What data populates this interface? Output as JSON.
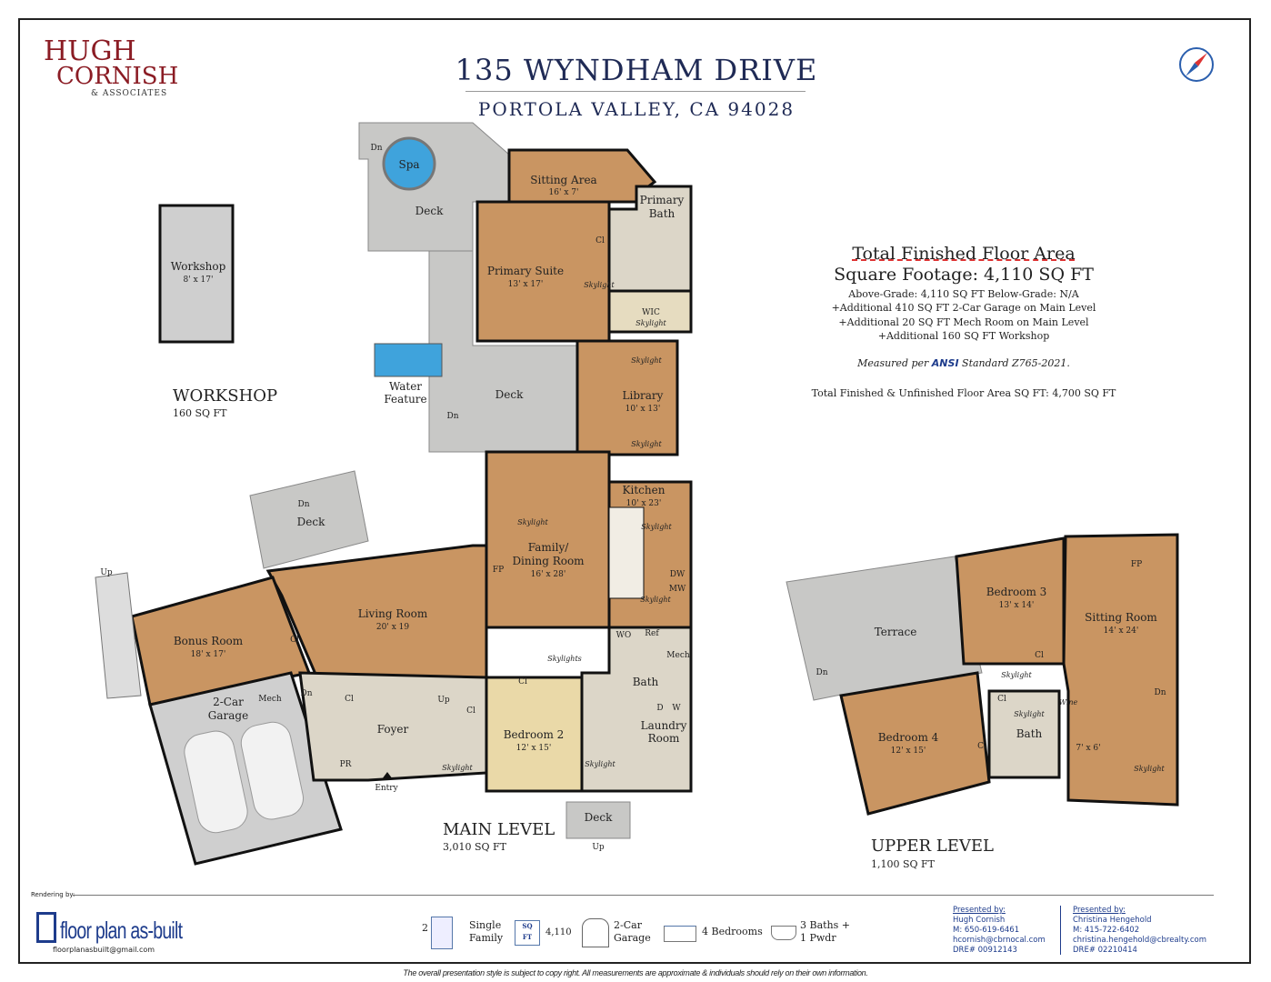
{
  "header": {
    "title": "135 WYNDHAM DRIVE",
    "subtitle": "PORTOLA VALLEY, CA 94028",
    "logo": {
      "line1": "HUGH",
      "line2": "CORNISH",
      "line3": "& ASSOCIATES"
    },
    "compass_icon": "compass-icon"
  },
  "area_summary": {
    "heading": "Total Finished Floor Area",
    "square_footage": "Square Footage: 4,110 SQ FT",
    "lines": [
      "Above-Grade: 4,110 SQ FT    Below-Grade: N/A",
      "+Additional 410 SQ FT 2-Car Garage on Main Level",
      "+Additional 20 SQ FT Mech Room on Main Level",
      "+Additional 160 SQ FT Workshop"
    ],
    "measured_prefix": "Measured per",
    "ansi": "ANSI",
    "measured_suffix": "Standard Z765-2021.",
    "total": "Total Finished & Unfinished Floor Area SQ FT: 4,700 SQ FT"
  },
  "levels": {
    "workshop": {
      "name": "WORKSHOP",
      "area": "160 SQ FT"
    },
    "main": {
      "name": "MAIN LEVEL",
      "area": "3,010 SQ FT"
    },
    "upper": {
      "name": "UPPER LEVEL",
      "area": "1,100 SQ FT"
    }
  },
  "rooms": {
    "workshop": {
      "name": "Workshop",
      "dim": "8' x 17'"
    },
    "sitting_area": {
      "name": "Sitting Area",
      "dim": "16' x 7'"
    },
    "primary_bath": {
      "name1": "Primary",
      "name2": "Bath"
    },
    "primary_suite": {
      "name": "Primary Suite",
      "dim": "13' x 17'"
    },
    "wic": "WIC",
    "library": {
      "name": "Library",
      "dim": "10' x 13'"
    },
    "kitchen": {
      "name": "Kitchen",
      "dim": "10' x 23'"
    },
    "family": {
      "name1": "Family/",
      "name2": "Dining Room",
      "dim": "16' x 28'"
    },
    "living": {
      "name": "Living Room",
      "dim": "20' x 19"
    },
    "bonus": {
      "name": "Bonus Room",
      "dim": "18' x 17'"
    },
    "garage": {
      "name1": "2-Car",
      "name2": "Garage"
    },
    "mech": "Mech",
    "foyer": "Foyer",
    "pr": "PR",
    "entry": "Entry",
    "bedroom2": {
      "name": "Bedroom 2",
      "dim": "12' x 15'"
    },
    "bath": "Bath",
    "laundry": {
      "name1": "Laundry",
      "name2": "Room"
    },
    "deck": "Deck",
    "spa": "Spa",
    "water": {
      "name1": "Water",
      "name2": "Feature"
    },
    "fp": "FP",
    "cl": "Cl",
    "wo": "WO",
    "ref": "Ref",
    "dw": "DW",
    "mw": "MW",
    "d": "D",
    "w": "W",
    "up": "Up",
    "dn": "Dn",
    "skylight": "Skylight",
    "skylights": "Skylights",
    "terrace": "Terrace",
    "bedroom3": {
      "name": "Bedroom 3",
      "dim": "13' x 14'"
    },
    "sitting_room": {
      "name": "Sitting Room",
      "dim": "14' x 24'"
    },
    "bedroom4": {
      "name": "Bedroom 4",
      "dim": "12' x 15'"
    },
    "wine": "Wine",
    "small_room": "7' x 6'"
  },
  "footer": {
    "rendering_by": "Rendering by:",
    "brand": "floor plan as-built",
    "brand_email": "floorplanasbuilt@gmail.com",
    "stats": {
      "stories": "2",
      "type": [
        "Single",
        "Family"
      ],
      "sqft_icon": [
        "SQ",
        "FT"
      ],
      "sqft": "4,110",
      "garage": [
        "2-Car",
        "Garage"
      ],
      "bedrooms": "4 Bedrooms",
      "baths": [
        "3 Baths +",
        "1 Pwdr"
      ]
    },
    "agents": [
      {
        "label": "Presented by:",
        "name": "Hugh Cornish",
        "phone": "M: 650-619-6461",
        "email": "hcornish@cbrnocal.com",
        "dre": "DRE# 00912143"
      },
      {
        "label": "Presented by:",
        "name": "Christina Hengehold",
        "phone": "M: 415-722-6402",
        "email": "christina.hengehold@cbrealty.com",
        "dre": "DRE# 02210414"
      }
    ],
    "disclaimer": "The overall presentation style is subject to copy right. All measurements are approximate & individuals should rely on their own information."
  },
  "colors": {
    "wood": "#c99562",
    "tile": "#dcd6c8",
    "deck": "#c8c8c6",
    "water": "#3fa3dc",
    "brand_red": "#8b1c24",
    "navy": "#1f2a55"
  }
}
